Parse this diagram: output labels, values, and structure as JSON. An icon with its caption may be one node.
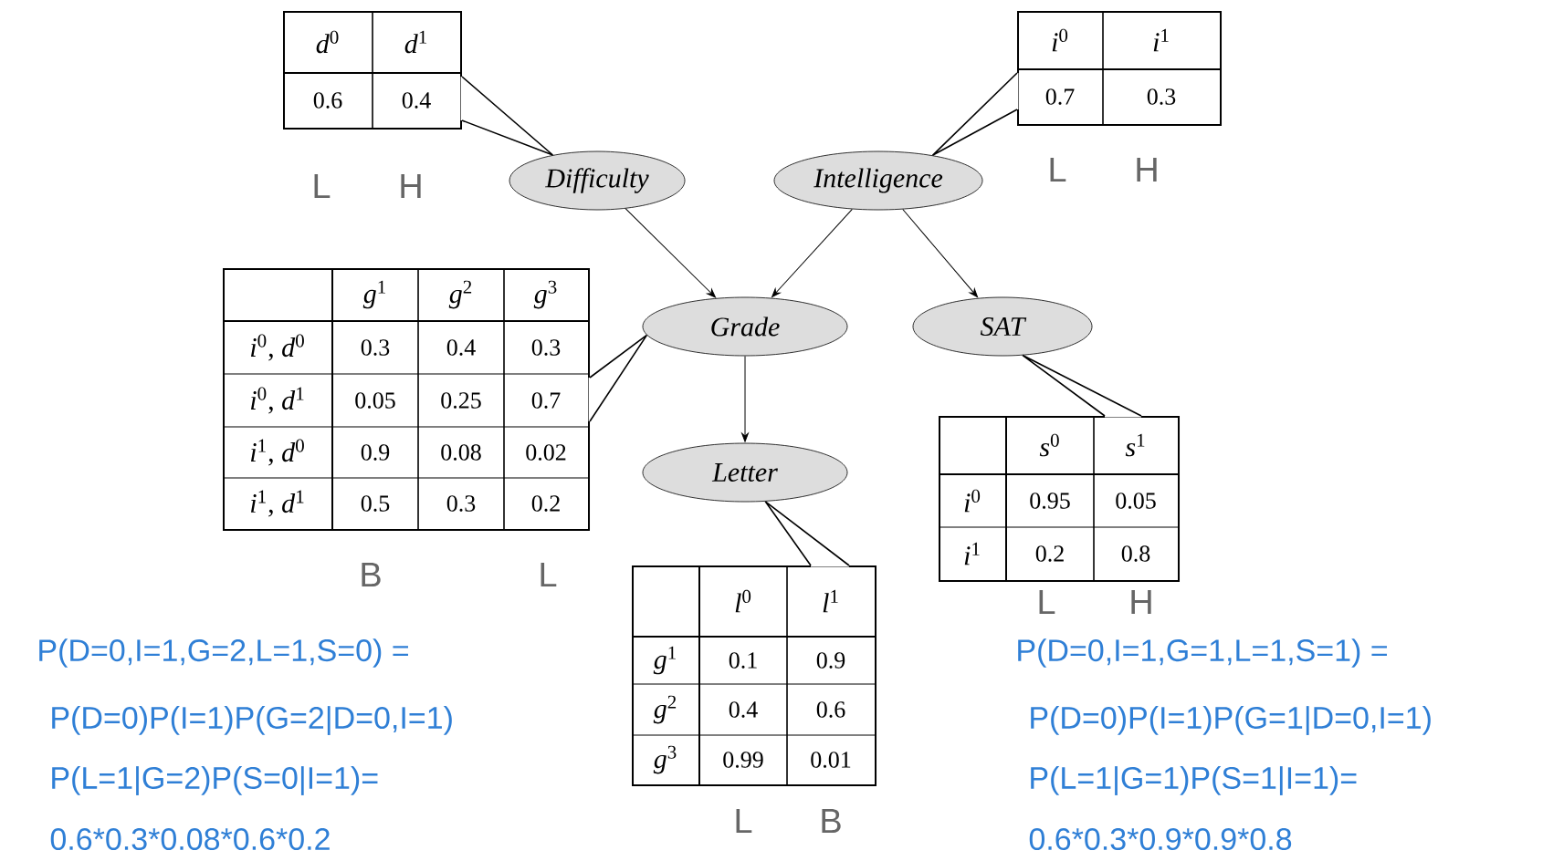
{
  "diagram": {
    "nodes": [
      {
        "text": [
          "*d*$^{0}$",
          "*d*$^{1}$",
          "0.6",
          "0.4"
        ],
        "beside": [
          "L",
          "H"
        ]
      },
      {
        "text": [
          "*i*$^{0}$",
          "*i*$^{1}$",
          "0.7",
          "0.3"
        ],
        "beside": [
          "L",
          "H"
        ]
      },
      {
        "text": [
          "Difficulty"
        ]
      },
      {
        "text": [
          "Intelligence"
        ]
      },
      {
        "text": [
          "*g*$^{1}$",
          "*g*$^{2}$",
          "*g*$^{3}$",
          "*i*$^{0}$, *d*$^{0}$",
          "0.3",
          "0.4",
          "0.3",
          "*i*$^{0}$, *d*$^{1}$",
          "0.05",
          "0.25",
          "0.7",
          "*i*$^{1}$, *d*$^{0}$",
          "0.9",
          "0.08",
          "0.02",
          "*i*$^{1}$, *d*$^{1}$",
          "0.5",
          "0.3",
          "0.2"
        ],
        "beside": [
          "B",
          "L"
        ]
      },
      {
        "text": [
          "Grade"
        ]
      },
      {
        "text": [
          "SAT"
        ]
      },
      {
        "text": [
          "Letter"
        ]
      },
      {
        "text": [
          "*s*$^{0}$",
          "*s*$^{1}$",
          "*i*$^{0}$",
          "0.95",
          "0.05",
          "*i*$^{1}$",
          "0.2",
          "0.8"
        ],
        "beside": [
          "L",
          "H"
        ]
      },
      {
        "text": [
          "*l*$^{0}$",
          "*l*$^{1}$",
          "*g*$^{1}$",
          "0.1",
          "0.9",
          "*g*$^{2}$",
          "0.4",
          "0.6",
          "*g*$^{3}$",
          "0.99",
          "0.01"
        ],
        "beside": [
          "L",
          "B"
        ]
      }
    ],
    "edges": [
      {
        "from": 2,
        "to": 5,
        "arrow": "to"
      },
      {
        "from": 3,
        "to": 5,
        "arrow": "to"
      },
      {
        "from": 3,
        "to": 6,
        "arrow": "to"
      },
      {
        "from": 5,
        "to": 7,
        "arrow": "to"
      },
      {
        "from": 0,
        "to": 2,
        "arrow": "none"
      },
      {
        "from": 1,
        "to": 3,
        "arrow": "none"
      },
      {
        "from": 4,
        "to": 5,
        "arrow": "none"
      },
      {
        "from": 8,
        "to": 6,
        "arrow": "none"
      },
      {
        "from": 9,
        "to": 7,
        "arrow": "none"
      }
    ],
    "labels": [
      "P(D=0,I=1,G=2,L=1,S=0) =",
      "P(D=0)P(I=1)P(G=2|D=0,I=1)",
      "P(L=1|G=2)P(S=0|I=1)=",
      "0.6*0.3*0.08*0.6*0.2",
      "P(D=0,I=1,G=1,L=1,S=1) =",
      "P(D=0)P(I=1)P(G=1|D=0,I=1)",
      "P(L=1|G=1)P(S=1|I=1)=",
      "0.6*0.3*0.9*0.9*0.8"
    ]
  }
}
